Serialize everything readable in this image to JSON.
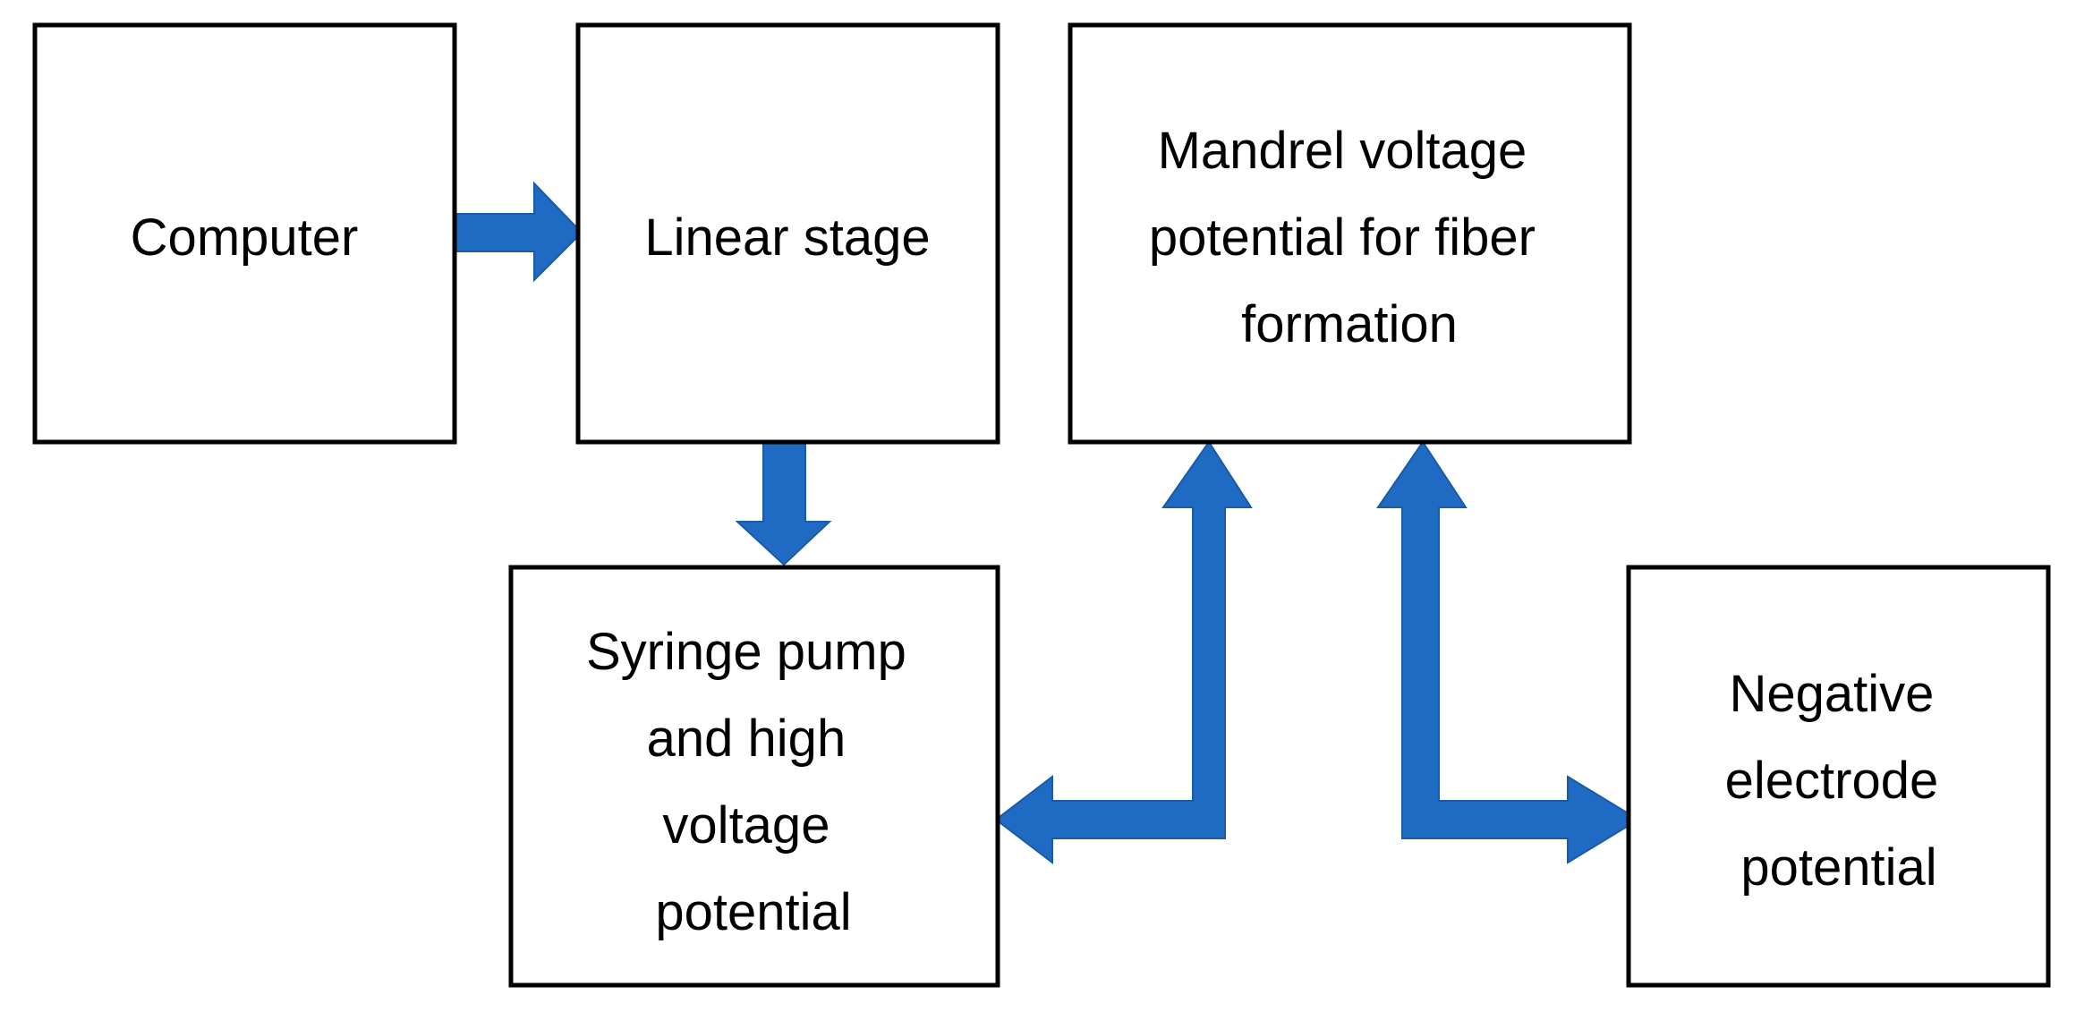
{
  "colors": {
    "arrow_fill": "#1f6bc4",
    "arrow_stroke": "#1a5aa6",
    "box_border": "#000000",
    "background": "#ffffff"
  },
  "nodes": {
    "computer": {
      "lines": [
        "Computer"
      ]
    },
    "linear_stage": {
      "lines": [
        "Linear stage"
      ]
    },
    "mandrel": {
      "lines": [
        "Mandrel voltage",
        "potential for fiber",
        "formation"
      ]
    },
    "syringe": {
      "lines": [
        "Syringe pump",
        "and high",
        "voltage",
        "potential"
      ]
    },
    "negative": {
      "lines": [
        "Negative",
        "electrode",
        "potential"
      ]
    }
  },
  "edges": [
    {
      "from": "computer",
      "to": "linear_stage",
      "direction": "one-way"
    },
    {
      "from": "linear_stage",
      "to": "syringe",
      "direction": "one-way"
    },
    {
      "from": "syringe",
      "to": "mandrel",
      "direction": "two-way"
    },
    {
      "from": "mandrel",
      "to": "negative",
      "direction": "two-way"
    }
  ]
}
